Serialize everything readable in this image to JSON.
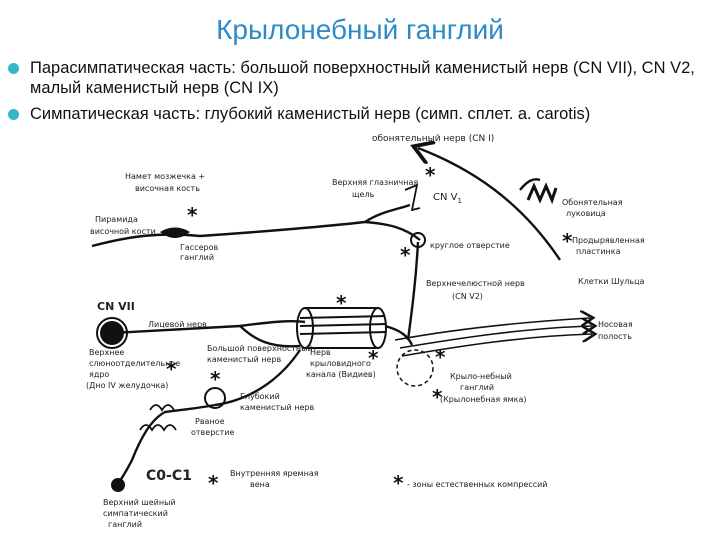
{
  "title": "Крылонебный ганглий",
  "bullets": [
    "Парасимпатическая часть: большой поверхностный каменистый нерв (CN VII), CN V2, малый каменистый нерв (CN IX)",
    "Симпатическая часть: глубокий каменистый нерв (симп. сплет. а. carotis)"
  ],
  "bullet_color": "#35b6c8",
  "title_color": "#2e8bc9",
  "labels": {
    "olfactory": "обонятельный нерв (CN I)",
    "cerebellum1": "Намет мозжечка +",
    "cerebellum2": "височная кость",
    "sup_orbital1": "Верхняя глазничная",
    "sup_orbital2": "щель",
    "cn_v1": "CN V",
    "cn_v1_sub": "1",
    "bulb1": "Обонятельная",
    "bulb2": "луковица",
    "pyramid1": "Пирамида",
    "pyramid2": "височной кости",
    "gasser1": "Гассеров",
    "gasser2": "ганглий",
    "round_foramen": "круглое отверстие",
    "perforated1": "Продырявленная",
    "perforated2": "пластинка",
    "schultze": "Клетки Шульца",
    "maxillary1": "Верхнечелюстной нерв",
    "maxillary2": "(CN V2)",
    "cn7": "CN VII",
    "facial": "Лицевой нерв",
    "nasal1": "Носовая",
    "nasal2": "полость",
    "salivary1": "Верхнее",
    "salivary2": "слюноотделительное",
    "salivary3": "ядро",
    "salivary4": "(Дно IV желудочка)",
    "greater1": "Большой поверхностный",
    "greater2": "каменистый нерв",
    "pterygoid1": "Нерв",
    "pterygoid2": "крыловидного",
    "pterygoid3": "канала (Видиев)",
    "ppg1": "Крыло-небный",
    "ppg2": "ганглий",
    "ppg3": "(Крылонебная ямка)",
    "deep1": "Глубокий",
    "deep2": "каменистый нерв",
    "lacerum1": "Рваное",
    "lacerum2": "отверстие",
    "c0c1": "C0-C1",
    "jugular1": "Внутренняя яремная",
    "jugular2": "вена",
    "legend_star": "*",
    "legend_text": "- зоны естественных компрессий",
    "cervical1": "Верхний шейный",
    "cervical2": "симпатический",
    "cervical3": "ганглий"
  },
  "icons": {
    "star": "asterisk-compression-marker",
    "bullet": "circle-bullet"
  }
}
